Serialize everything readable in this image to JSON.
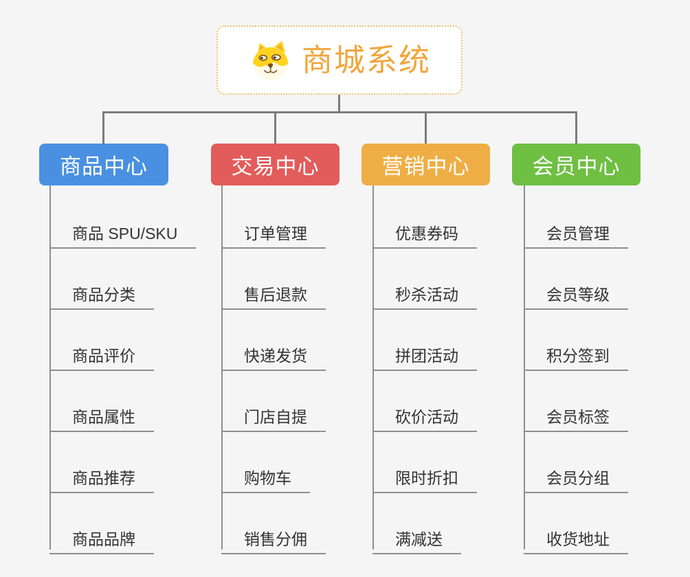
{
  "root": {
    "title": "商城系统",
    "title_color": "#F0A63C",
    "border_color": "#F2BC68",
    "icon": "doge-icon"
  },
  "connectors": {
    "main_color": "#7C7C7C",
    "spine_color": "#8E8E8E"
  },
  "branches": [
    {
      "label": "商品中心",
      "color": "#4A90E2",
      "items": [
        "商品 SPU/SKU",
        "商品分类",
        "商品评价",
        "商品属性",
        "商品推荐",
        "商品品牌"
      ]
    },
    {
      "label": "交易中心",
      "color": "#E25C5B",
      "items": [
        "订单管理",
        "售后退款",
        "快递发货",
        "门店自提",
        "购物车",
        "销售分佣"
      ]
    },
    {
      "label": "营销中心",
      "color": "#EFAE45",
      "items": [
        "优惠券码",
        "秒杀活动",
        "拼团活动",
        "砍价活动",
        "限时折扣",
        "满减送"
      ]
    },
    {
      "label": "会员中心",
      "color": "#6FBF43",
      "items": [
        "会员管理",
        "会员等级",
        "积分签到",
        "会员标签",
        "会员分组",
        "收货地址"
      ]
    }
  ]
}
